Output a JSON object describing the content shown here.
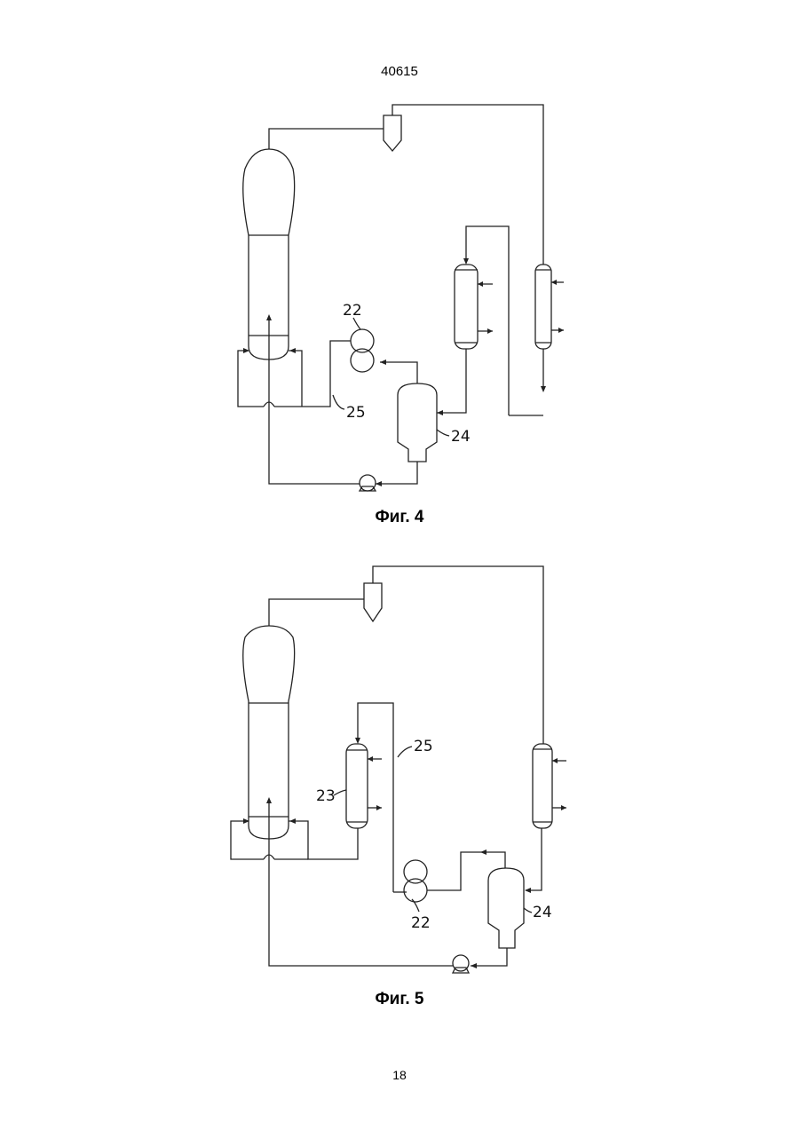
{
  "header": {
    "document_number": "40615"
  },
  "figures": [
    {
      "caption": "Фиг. 4",
      "labels": {
        "compressor": "22",
        "line": "25",
        "separator": "24"
      }
    },
    {
      "caption": "Фиг. 5",
      "labels": {
        "exchanger": "23",
        "line": "25",
        "compressor": "22",
        "separator": "24"
      }
    }
  ],
  "footer": {
    "page_number": "18"
  }
}
